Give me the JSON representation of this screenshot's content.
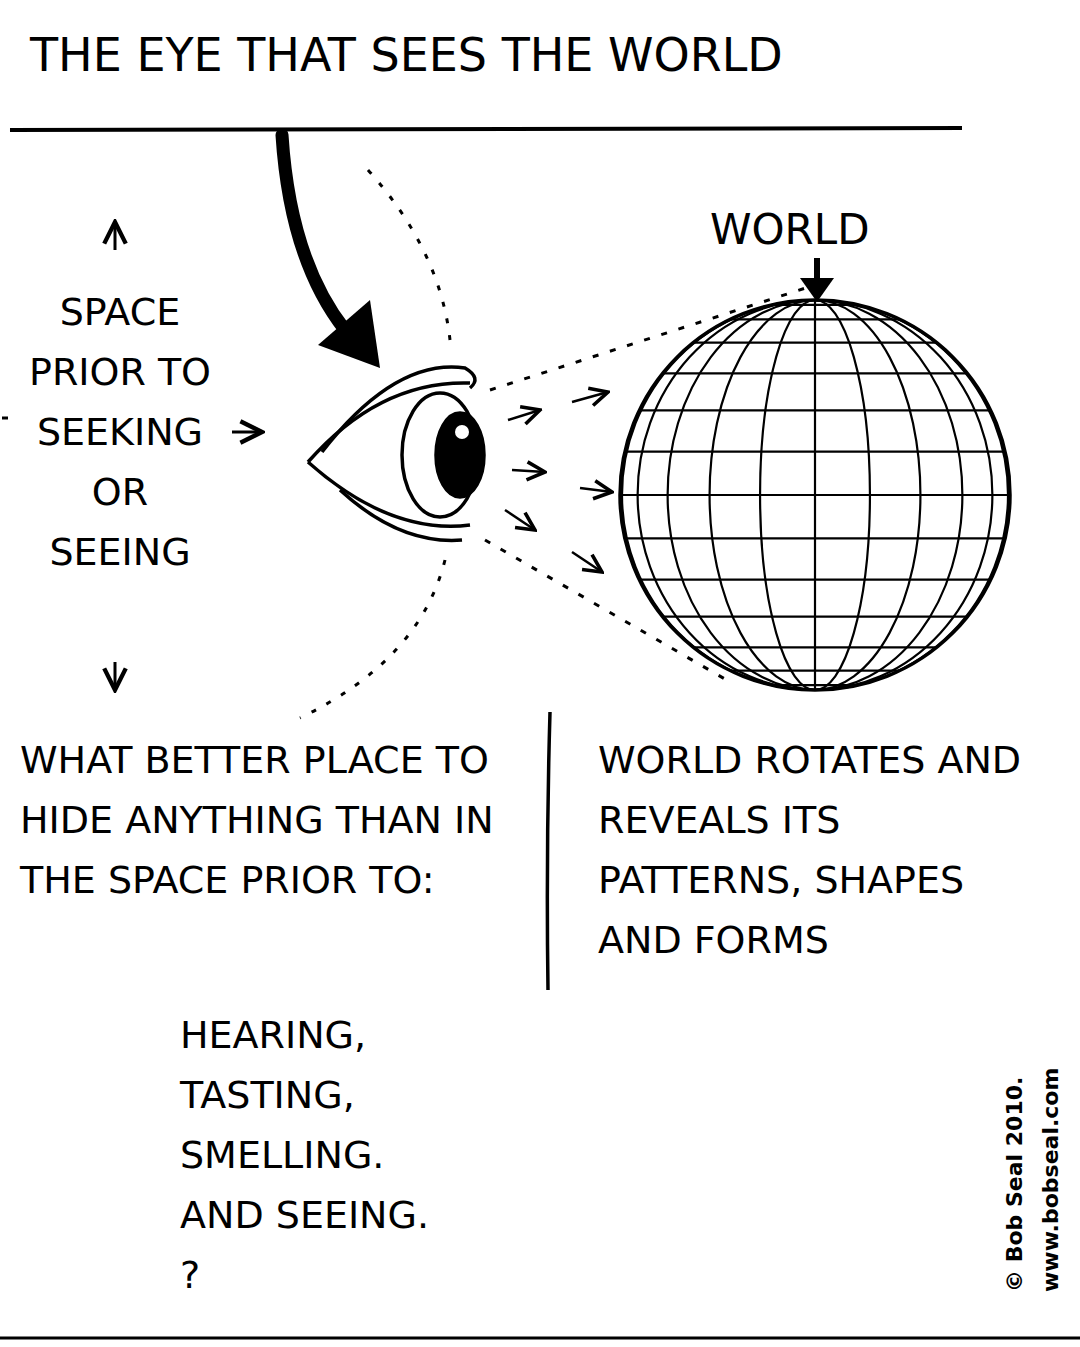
{
  "diagram": {
    "title": "THE EYE THAT SEES THE WORLD",
    "nodes": [
      {
        "text": [
          "WORLD"
        ]
      }
    ],
    "labels": [
      "SPACE PRIOR TO SEEKING OR SEEING",
      "WHAT BETTER PLACE TO HIDE ANYTHING THAN IN THE SPACE PRIOR TO:",
      "HEARING, TASTING, SMELLING. AND SEEING. ?",
      "WORLD ROTATES AND REVEALS ITS PATTERNS, SHAPES AND FORMS",
      "© Bob Seal 2010.",
      "www.bobseal.com"
    ]
  }
}
